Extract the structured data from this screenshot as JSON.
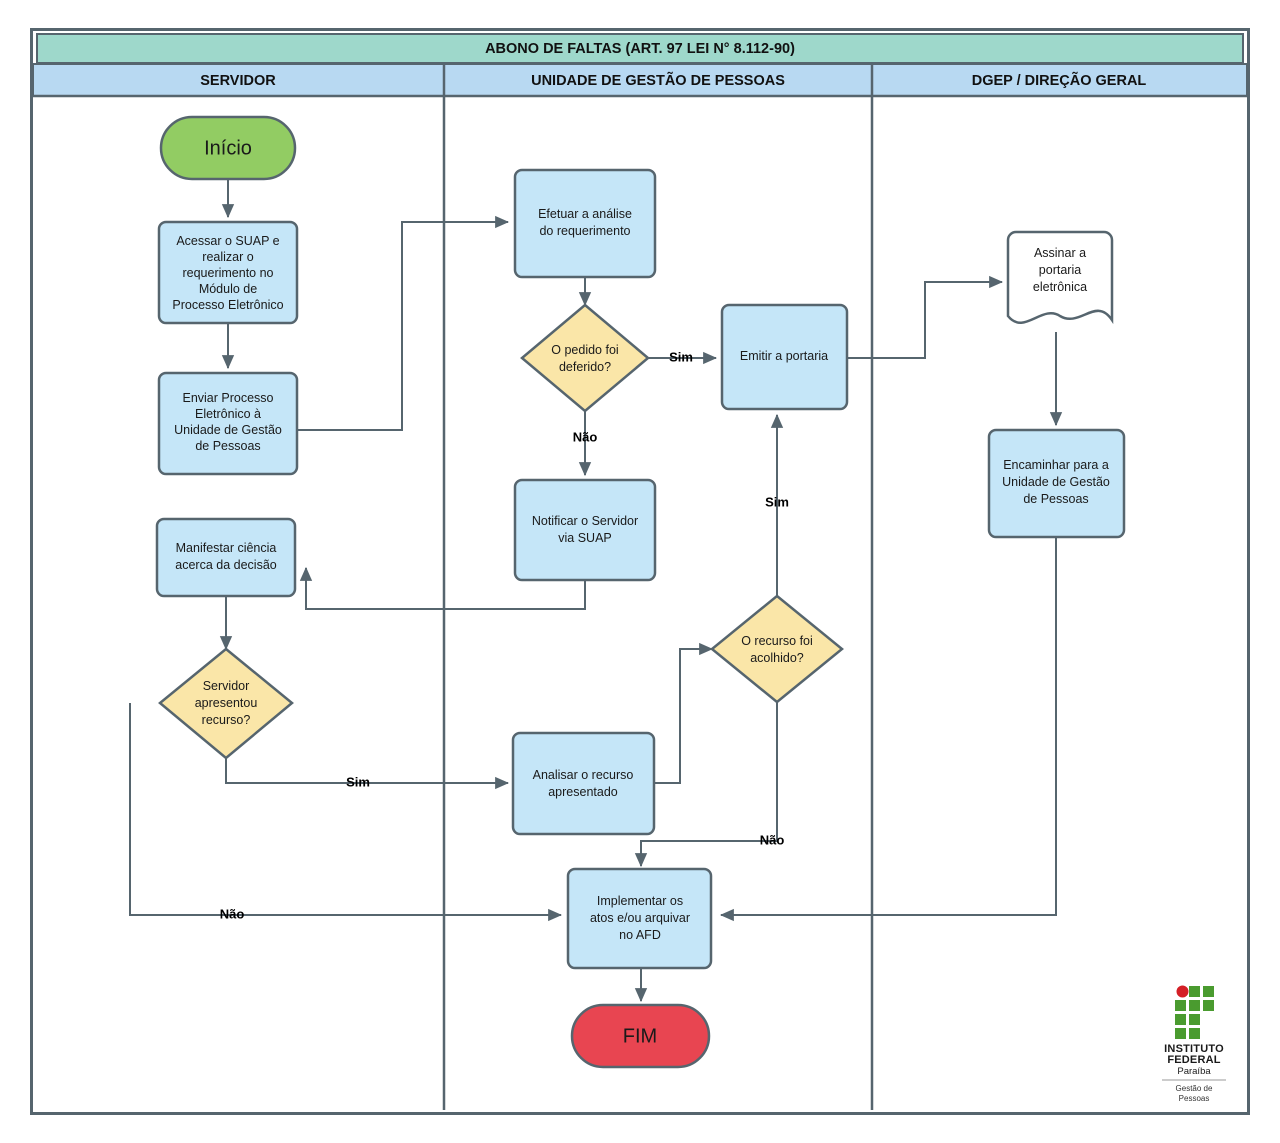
{
  "diagram": {
    "title": "ABONO DE FALTAS (ART. 97 LEI N° 8.112-90)",
    "lanes": [
      {
        "id": "servidor",
        "label": "SERVIDOR"
      },
      {
        "id": "ugp",
        "label": "UNIDADE DE GESTÃO DE PESSOAS"
      },
      {
        "id": "dgep",
        "label": "DGEP / DIREÇÃO GERAL"
      }
    ],
    "colors": {
      "title_fill": "#9ed8cb",
      "lane_header_fill": "#b8d9f2",
      "process_fill": "#c5e6f8",
      "decision_fill": "#fae6a8",
      "start_fill": "#92cc63",
      "end_fill": "#e84551",
      "document_fill": "#ffffff",
      "stroke": "#56656e",
      "logo_green": "#4a9b2f",
      "logo_red": "#d41f26"
    },
    "nodes": [
      {
        "id": "inicio",
        "type": "terminator-start",
        "label": "Início",
        "lane": "servidor"
      },
      {
        "id": "acessar-suap",
        "type": "process",
        "label": "Acessar o SUAP e realizar o requerimento no Módulo de Processo Eletrônico",
        "lines": [
          "Acessar o SUAP e",
          "realizar o",
          "requerimento no",
          "Módulo de",
          "Processo Eletrônico"
        ],
        "lane": "servidor"
      },
      {
        "id": "enviar-processo",
        "type": "process",
        "label": "Enviar Processo Eletrônico à Unidade de Gestão de Pessoas",
        "lines": [
          "Enviar Processo",
          "Eletrônico à",
          "Unidade de Gestão",
          "de Pessoas"
        ],
        "lane": "servidor"
      },
      {
        "id": "efetuar-analise",
        "type": "process",
        "label": "Efetuar a análise do requerimento",
        "lines": [
          "Efetuar a análise",
          "do requerimento"
        ],
        "lane": "ugp"
      },
      {
        "id": "pedido-deferido",
        "type": "decision",
        "label": "O pedido foi deferido?",
        "lines": [
          "O pedido foi",
          "deferido?"
        ],
        "lane": "ugp"
      },
      {
        "id": "emitir-portaria",
        "type": "process",
        "label": "Emitir a portaria",
        "lines": [
          "Emitir a portaria"
        ],
        "lane": "ugp"
      },
      {
        "id": "assinar-portaria",
        "type": "document",
        "label": "Assinar a portaria eletrônica",
        "lines": [
          "Assinar a",
          "portaria",
          "eletrônica"
        ],
        "lane": "dgep"
      },
      {
        "id": "encaminhar-ugp",
        "type": "process",
        "label": "Encaminhar para a Unidade de Gestão de Pessoas",
        "lines": [
          "Encaminhar para a",
          "Unidade de Gestão",
          "de Pessoas"
        ],
        "lane": "dgep"
      },
      {
        "id": "notificar-servidor",
        "type": "process",
        "label": "Notificar o Servidor via SUAP",
        "lines": [
          "Notificar o Servidor",
          "via SUAP"
        ],
        "lane": "ugp"
      },
      {
        "id": "manifestar-ciencia",
        "type": "process",
        "label": "Manifestar ciência acerca da decisão",
        "lines": [
          "Manifestar ciência",
          "acerca da decisão"
        ],
        "lane": "servidor"
      },
      {
        "id": "apresentou-recurso",
        "type": "decision",
        "label": "Servidor apresentou recurso?",
        "lines": [
          "Servidor",
          "apresentou",
          "recurso?"
        ],
        "lane": "servidor"
      },
      {
        "id": "analisar-recurso",
        "type": "process",
        "label": "Analisar o recurso apresentado",
        "lines": [
          "Analisar o recurso",
          "apresentado"
        ],
        "lane": "ugp"
      },
      {
        "id": "recurso-acolhido",
        "type": "decision",
        "label": "O recurso foi acolhido?",
        "lines": [
          "O recurso foi",
          "acolhido?"
        ],
        "lane": "ugp"
      },
      {
        "id": "implementar-atos",
        "type": "process",
        "label": "Implementar os atos e/ou arquivar no AFD",
        "lines": [
          "Implementar os",
          "atos e/ou arquivar",
          "no AFD"
        ],
        "lane": "ugp"
      },
      {
        "id": "fim",
        "type": "terminator-end",
        "label": "FIM",
        "lane": "ugp"
      }
    ],
    "edge_labels": [
      {
        "id": "sim-deferido",
        "text": "Sim"
      },
      {
        "id": "nao-deferido",
        "text": "Não"
      },
      {
        "id": "sim-acolhido",
        "text": "Sim"
      },
      {
        "id": "nao-acolhido",
        "text": "Não"
      },
      {
        "id": "sim-recurso",
        "text": "Sim"
      },
      {
        "id": "nao-recurso",
        "text": "Não"
      }
    ]
  },
  "logo": {
    "line1": "INSTITUTO",
    "line2": "FEDERAL",
    "line3": "Paraíba",
    "line4": "Gestão de",
    "line5": "Pessoas"
  }
}
